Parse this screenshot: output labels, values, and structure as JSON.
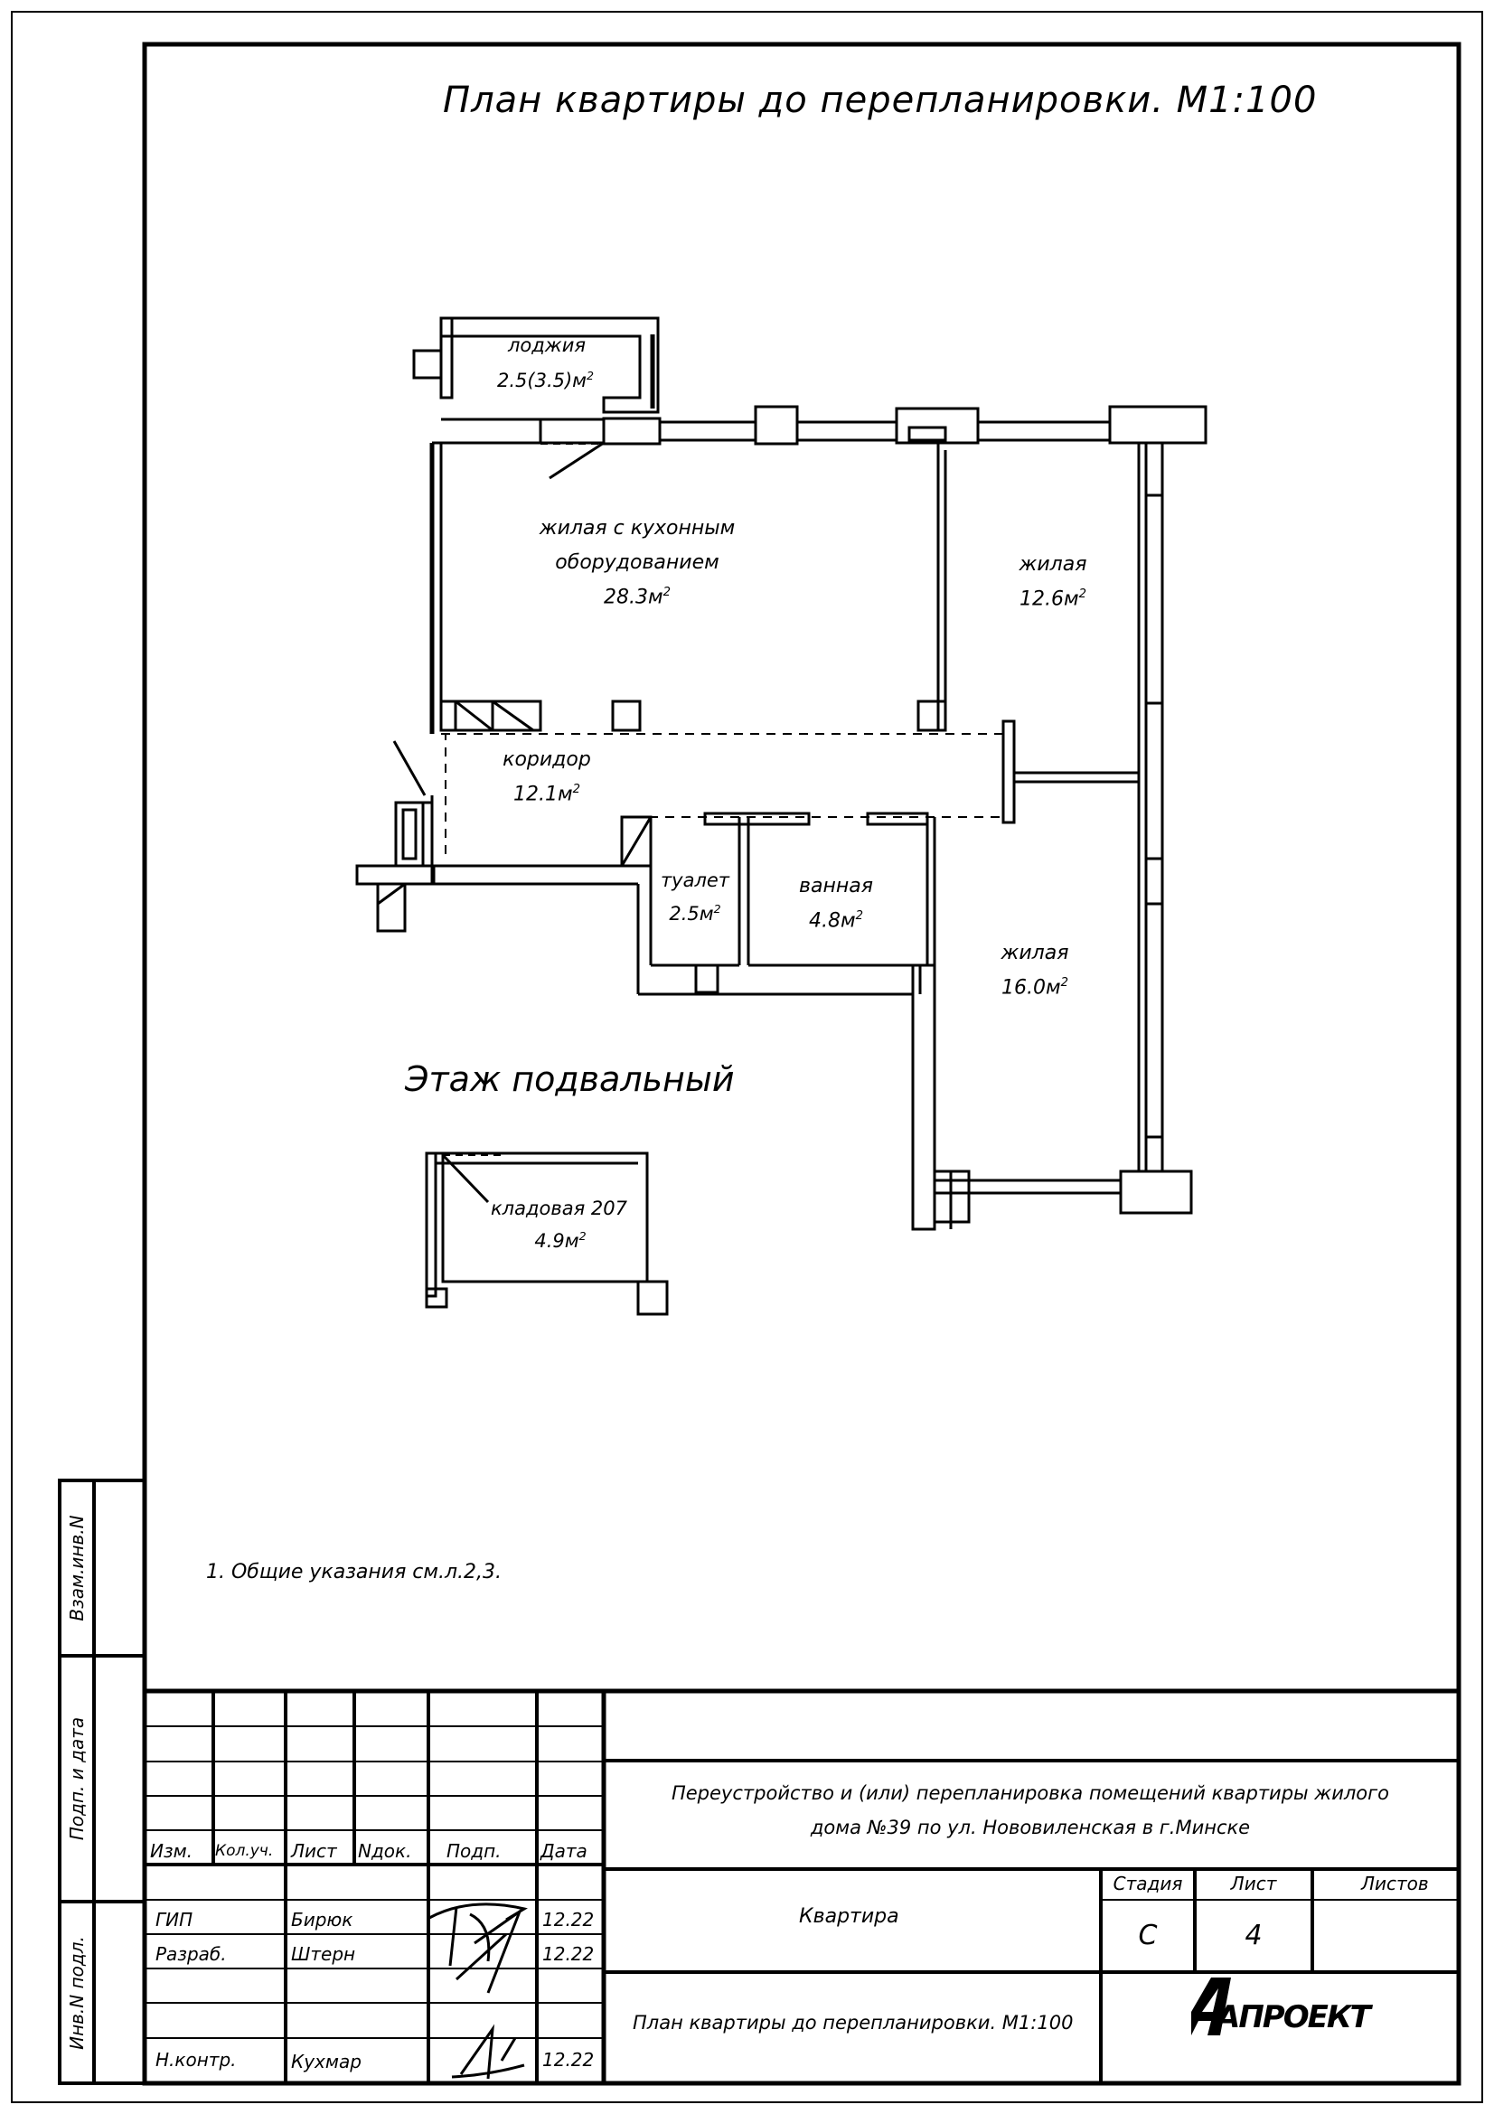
{
  "drawing": {
    "title": "План квартиры до перепланировки. М1:100",
    "floor_label": "Этаж подвальный",
    "note": "1. Общие указания см.л.2,3."
  },
  "rooms": {
    "loggia": {
      "name": "лоджия",
      "area": "2.5(3.5)м",
      "unit_sup": "2"
    },
    "living_kitchen": {
      "name1": "жилая с кухонным",
      "name2": "оборудованием",
      "area": "28.3м",
      "unit_sup": "2"
    },
    "living1": {
      "name": "жилая",
      "area": "12.6м",
      "unit_sup": "2"
    },
    "corridor": {
      "name": "коридор",
      "area": "12.1м",
      "unit_sup": "2"
    },
    "toilet": {
      "name": "туалет",
      "area": "2.5м",
      "unit_sup": "2"
    },
    "bath": {
      "name": "ванная",
      "area": "4.8м",
      "unit_sup": "2"
    },
    "living2": {
      "name": "жилая",
      "area": "16.0м",
      "unit_sup": "2"
    },
    "storage": {
      "name": "кладовая 207",
      "area": "4.9м",
      "unit_sup": "2"
    }
  },
  "side_stamps": {
    "vzam": "Взам.инв.N",
    "podp": "Подп. и дата",
    "inv": "Инв.N подл."
  },
  "title_block": {
    "headers": {
      "izm": "Изм.",
      "kol": "Кол.уч.",
      "list": "Лист",
      "ndok": "Nдок.",
      "podp": "Подп.",
      "data": "Дата"
    },
    "signers": [
      {
        "role": "ГИП",
        "name": "Бирюк",
        "date": "12.22"
      },
      {
        "role": "Разраб.",
        "name": "Штерн",
        "date": "12.22"
      },
      {
        "role": "Н.контр.",
        "name": "Кухмар",
        "date": "12.22"
      }
    ],
    "project_line1": "Переустройство и (или) перепланировка помещений квартиры жилого",
    "project_line2": "дома №39 по ул. Нововиленская в г.Минске",
    "object": "Квартира",
    "sheet_title": "План квартиры до перепланировки. М1:100",
    "stage_label": "Стадия",
    "sheet_label": "Лист",
    "sheets_label": "Листов",
    "stage_value": "С",
    "sheet_value": "4",
    "sheets_value": "",
    "logo_text": "АПРОЕКТ"
  }
}
